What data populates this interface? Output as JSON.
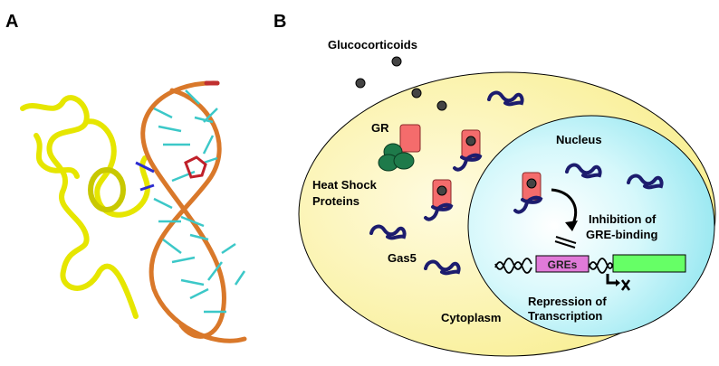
{
  "panels": {
    "a": {
      "label": "A"
    },
    "b": {
      "label": "B",
      "glucocorticoids": "Glucocorticoids",
      "gr": "GR",
      "heat_shock_1": "Heat Shock",
      "heat_shock_2": "Proteins",
      "gas5": "Gas5",
      "cytoplasm": "Cytoplasm",
      "nucleus": "Nucleus",
      "inhibition_1": "Inhibition of",
      "inhibition_2": "GRE-binding",
      "gres": "GREs",
      "repression_1": "Repression of",
      "repression_2": "Transcription"
    }
  },
  "colors": {
    "cell": "#f9f1a0",
    "nucleus": "#b6f1f7",
    "gr": "#f46c6c",
    "hsp": "#1e7a4a",
    "rna": "#1c1c6e",
    "gres_box": "#e07ad8",
    "gene_box": "#66ff66",
    "protein": "#e6e600",
    "dna_backbone": "#d9782a",
    "bases": "#3cc8c8"
  }
}
